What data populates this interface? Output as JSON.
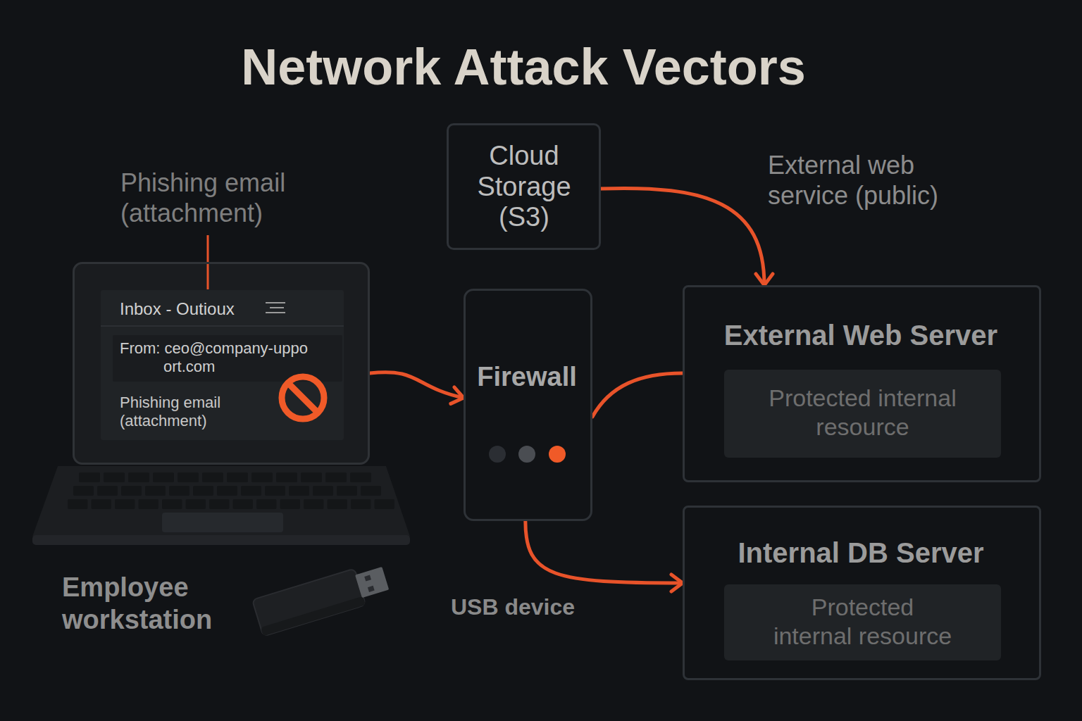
{
  "diagram": {
    "title": "Network Attack Vectors",
    "nodes": [
      {
        "text": [
          "Inbox - Outioux",
          "From: ceo@company-uppo ort.com",
          "Phishing email (attachment)"
        ]
      },
      {
        "text": [
          "Cloud Storage (S3)"
        ]
      },
      {
        "text": [
          "Firewall"
        ]
      },
      {
        "text": [
          "External Web Server"
        ]
      },
      {
        "text": [
          "Protected internal resource"
        ],
        "in": 3
      },
      {
        "text": [
          "Internal DB Server"
        ]
      },
      {
        "text": [
          "Protected internal resource"
        ],
        "in": 5
      }
    ],
    "edges": [
      {
        "from": 0,
        "to": 2,
        "arrow": "to"
      },
      {
        "from": 1,
        "to": 3,
        "arrow": "to"
      },
      {
        "from": 2,
        "to": 3,
        "arrow": "none"
      },
      {
        "from": 2,
        "to": 5,
        "arrow": "to"
      }
    ],
    "labels": [
      "Phishing email (attachment)",
      "External web service (public)",
      "Employee workstation",
      "USB device"
    ]
  }
}
